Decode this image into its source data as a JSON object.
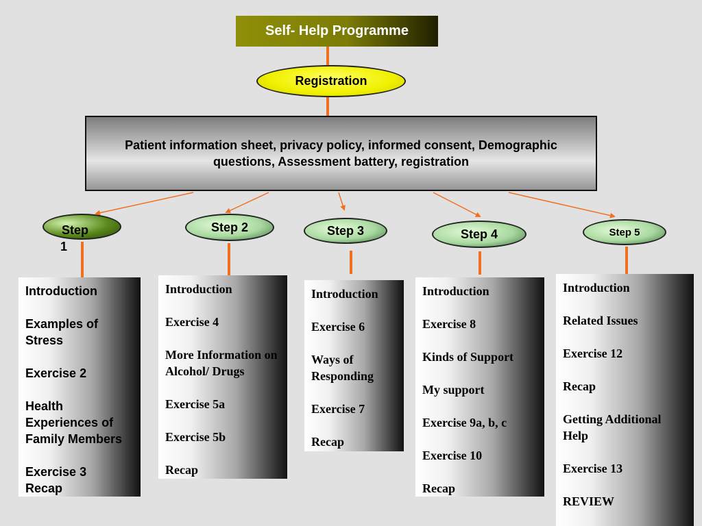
{
  "title": "Self- Help Programme",
  "registration": "Registration",
  "info": "Patient information sheet, privacy policy, informed consent, Demographic questions, Assessment battery, registration",
  "connector_color": "#f07020",
  "steps": [
    {
      "label": "Step",
      "label2": "1",
      "items": [
        "Introduction",
        "Examples of Stress",
        "Exercise 2",
        "Health Experiences of Family Members",
        "Exercise 3\nRecap"
      ]
    },
    {
      "label": "Step 2",
      "items": [
        "Introduction",
        "Exercise 4",
        "More Information on Alcohol/ Drugs",
        "Exercise 5a",
        "Exercise 5b",
        "Recap"
      ]
    },
    {
      "label": "Step 3",
      "items": [
        "Introduction",
        "Exercise 6",
        "Ways of Responding",
        "Exercise 7",
        "Recap"
      ]
    },
    {
      "label": "Step 4",
      "items": [
        "Introduction",
        "Exercise 8",
        "Kinds of Support",
        "My support",
        "Exercise 9a, b, c",
        "Exercise 10",
        "Recap"
      ]
    },
    {
      "label": "Step 5",
      "items": [
        "Introduction",
        "Related Issues",
        "Exercise 12",
        "Recap",
        "Getting Additional Help",
        "Exercise 13",
        "REVIEW"
      ]
    }
  ]
}
